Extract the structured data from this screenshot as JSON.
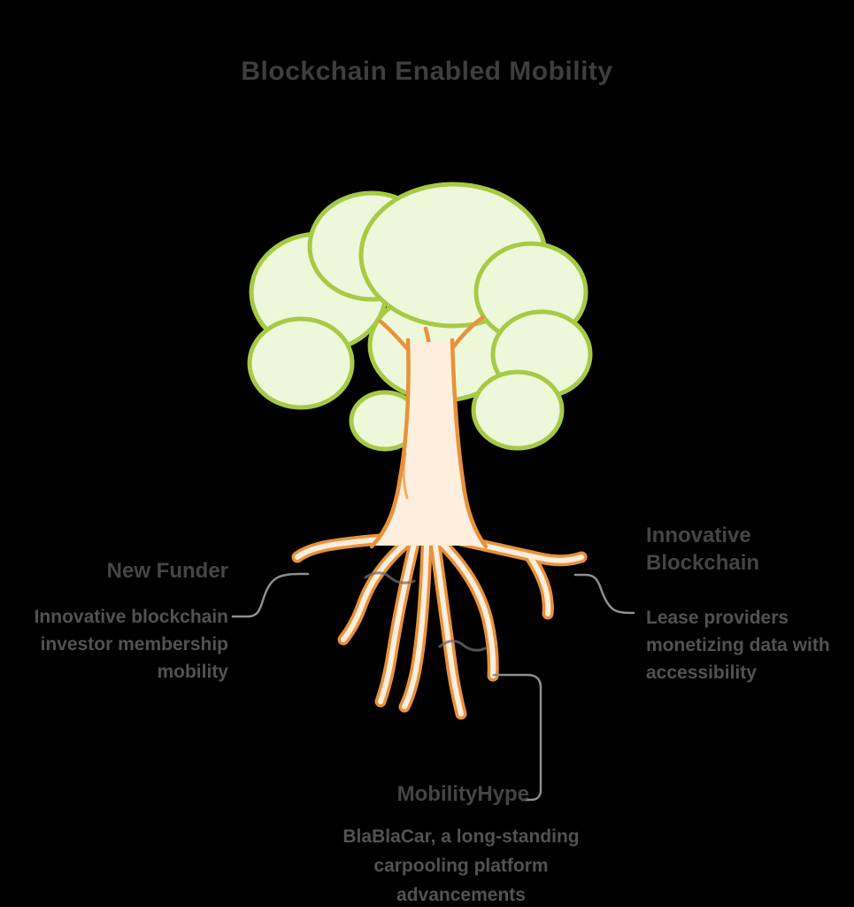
{
  "title": "Blockchain Enabled Mobility",
  "callouts": {
    "left": {
      "heading": "New Funder",
      "body_lines": [
        "Innovative blockchain",
        "investor membership",
        "mobility"
      ]
    },
    "right": {
      "heading_lines": [
        "Innovative",
        "Blockchain"
      ],
      "body_lines": [
        "Lease providers",
        "monetizing data with",
        "accessibility"
      ]
    },
    "bottom": {
      "heading": "MobilityHype",
      "body_lines": [
        "BlaBlaCar, a long-standing",
        "carpooling platform",
        "advancements"
      ]
    }
  },
  "tree": {
    "foliage_fill": "#edf7d9",
    "foliage_stroke": "#a6ca45",
    "trunk_fill": "#fdeedd",
    "trunk_stroke": "#e8923a",
    "shadow_color": "#6e6e6e",
    "connector_color": "#8f8f8f",
    "title_color": "#3e3e3e",
    "text_color": "#4a4a4a",
    "background_color": "#000000"
  }
}
